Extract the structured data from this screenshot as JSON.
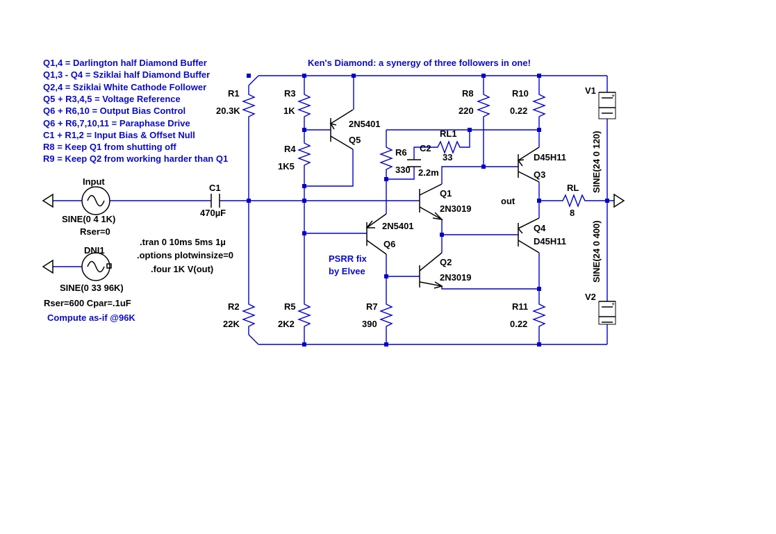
{
  "notes": [
    "Q1,4 = Darlington half Diamond Buffer",
    "Q1,3 - Q4 = Sziklai half Diamond Buffer",
    "Q2,4 = Sziklai White Cathode Follower",
    "Q5 + R3,4,5 = Voltage Reference",
    "Q6 + R6,10 = Output Bias Control",
    "Q6 + R6,7,10,11 = Paraphase Drive",
    "C1 + R1,2 = Input Bias & Offset Null",
    "R8 = Keep Q1 from shutting off",
    "R9 = Keep Q2 from working harder than Q1"
  ],
  "title": "Ken's Diamond: a synergy of three followers in one!",
  "sources": {
    "input": {
      "name": "Input",
      "value": "SINE(0 4 1K)",
      "rser": "Rser=0"
    },
    "dni": {
      "name": "DNI1",
      "value": "SINE(0 33 96K)",
      "extra": "Rser=600 Cpar=.1uF",
      "note": "Compute as-if @96K"
    },
    "v1": {
      "name": "V1",
      "value": "SINE(24 0 120)"
    },
    "v2": {
      "name": "V2",
      "value": "SINE(24 0 400)"
    }
  },
  "resistors": {
    "R1": "20.3K",
    "R2": "22K",
    "R3": "1K",
    "R4": "1K5",
    "R5": "2K2",
    "R6": "330",
    "R7": "390",
    "R8": "220",
    "R10": "0.22",
    "R11": "0.22",
    "RL1": "33",
    "RL": "8"
  },
  "capacitors": {
    "C1": "470µF",
    "C2": "2.2m"
  },
  "transistors": {
    "Q1": "2N3019",
    "Q2": "2N3019",
    "Q3": "D45H11",
    "Q4": "D45H11",
    "Q5": "2N5401",
    "Q6": "2N5401"
  },
  "directives": [
    ".tran 0 10ms 5ms 1µ",
    ".options plotwinsize=0",
    ".four 1K V(out)"
  ],
  "net_out": "out",
  "psrr": [
    "PSRR fix",
    "by Elvee"
  ],
  "polarity": "+"
}
